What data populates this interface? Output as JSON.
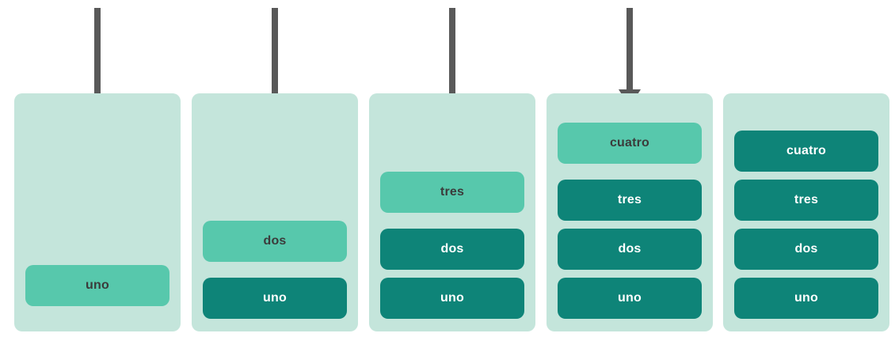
{
  "diagram": {
    "type": "stack-push-sequence",
    "arrow_icon": "down-arrow",
    "steps_count": 5
  },
  "colors": {
    "page_bg": "#ffffff",
    "panel_bg": "#c4e5db",
    "box_incoming_bg": "#57c8ac",
    "box_incoming_text": "#3b3b3b",
    "box_settled_bg": "#0e8478",
    "box_settled_text": "#ffffff",
    "arrow_color": "#595959"
  },
  "panels": [
    {
      "name": "step-1",
      "has_arrow": true,
      "items": [
        {
          "label": "uno",
          "state": "incoming"
        }
      ]
    },
    {
      "name": "step-2",
      "has_arrow": true,
      "items": [
        {
          "label": "dos",
          "state": "incoming"
        },
        {
          "label": "uno",
          "state": "settled"
        }
      ]
    },
    {
      "name": "step-3",
      "has_arrow": true,
      "items": [
        {
          "label": "tres",
          "state": "incoming"
        },
        {
          "label": "dos",
          "state": "settled"
        },
        {
          "label": "uno",
          "state": "settled"
        }
      ]
    },
    {
      "name": "step-4",
      "has_arrow": true,
      "items": [
        {
          "label": "cuatro",
          "state": "incoming"
        },
        {
          "label": "tres",
          "state": "settled"
        },
        {
          "label": "dos",
          "state": "settled"
        },
        {
          "label": "uno",
          "state": "settled"
        }
      ]
    },
    {
      "name": "step-5",
      "has_arrow": false,
      "items": [
        {
          "label": "cuatro",
          "state": "settled"
        },
        {
          "label": "tres",
          "state": "settled"
        },
        {
          "label": "dos",
          "state": "settled"
        },
        {
          "label": "uno",
          "state": "settled"
        }
      ]
    }
  ]
}
